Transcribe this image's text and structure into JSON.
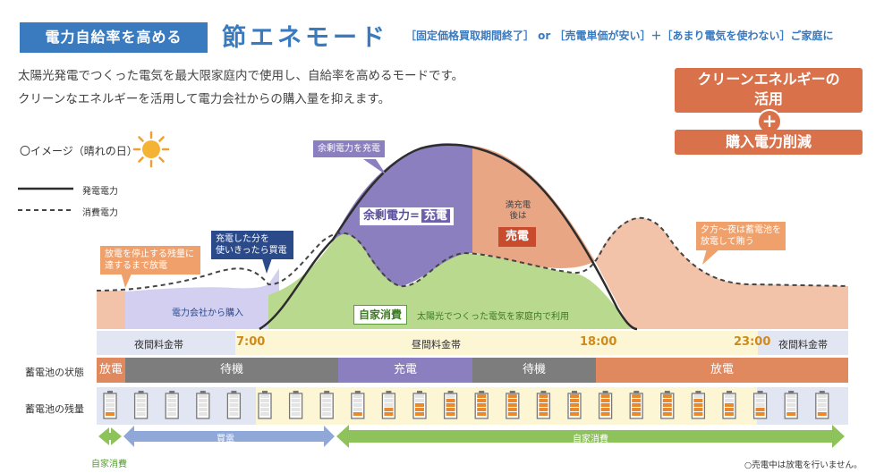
{
  "header": {
    "badge": "電力自給率を高める",
    "title": "節エネモード",
    "note": "［固定価格買取期間終了］ or ［売電単価が安い］＋［あまり電気を使わない］ご家庭に"
  },
  "description": {
    "line1": "太陽光発電でつくった電気を最大限家庭内で使用し、自給率を高めるモードです。",
    "line2": "クリーンなエネルギーを活用して電力会社からの購入量を抑えます。"
  },
  "benefits": {
    "clean_line1": "クリーンエネルギーの",
    "clean_line2": "活用",
    "plus": "+",
    "cut": "購入電力削減"
  },
  "image_label": "〇イメージ（晴れの日）",
  "legend": {
    "generation": "発電電力",
    "consumption": "消費電力"
  },
  "annotations": {
    "surplus_to_charge": "余剰電力を充電",
    "surplus_label": "余剰電力=",
    "charge_tag": "充電",
    "full_charge_line1": "満充電",
    "full_charge_line2": "後は",
    "sell_tag": "売電",
    "stop_discharge_line1": "放電を停止する残量に",
    "stop_discharge_line2": "達するまで放電",
    "buy_after_use_line1": "充電した分を",
    "buy_after_use_line2": "使いきったら買電",
    "grid_purchase": "電力会社から購入",
    "self_consume_tag": "自家消費",
    "self_consume_desc": "太陽光でつくった電気を家庭内で利用",
    "evening_line1": "夕方～夜は蓄電池を",
    "evening_line2": "放電して賄う"
  },
  "timeline": {
    "night_left": "夜間料金帯",
    "t1": "7:00",
    "day": "昼間料金帯",
    "t2": "18:00",
    "t3": "23:00",
    "night_right": "夜間料金帯"
  },
  "battery_state": {
    "label": "蓄電池の状態",
    "segments": [
      {
        "text": "放電",
        "color": "#e0885e"
      },
      {
        "text": "待機",
        "color": "#7d7d7d"
      },
      {
        "text": "充電",
        "color": "#8b7fbf"
      },
      {
        "text": "待機",
        "color": "#7d7d7d"
      },
      {
        "text": "放電",
        "color": "#e0885e"
      }
    ]
  },
  "battery_level": {
    "label": "蓄電池の残量",
    "levels": [
      0.2,
      0.0,
      0.0,
      0.0,
      0.0,
      0.0,
      0.0,
      0.0,
      0.2,
      0.4,
      0.6,
      0.8,
      1.0,
      1.0,
      1.0,
      1.0,
      1.0,
      1.0,
      1.0,
      0.8,
      0.6,
      0.4,
      0.2,
      0.2
    ]
  },
  "flow": {
    "self_left": "自家消費",
    "buy": "買電",
    "self_main": "自家消費"
  },
  "footnote": "○売電中は放電を行いません。",
  "colors": {
    "blue": "#3a7abf",
    "orange": "#d9714a",
    "purple": "#8b7fbf",
    "green": "#b9d98f",
    "salmon": "#f2c3a8",
    "lavender": "#c9c5e6",
    "day_band": "#fdf6d4",
    "night_band": "#e2e6f2",
    "navy": "#2b4a8a"
  }
}
